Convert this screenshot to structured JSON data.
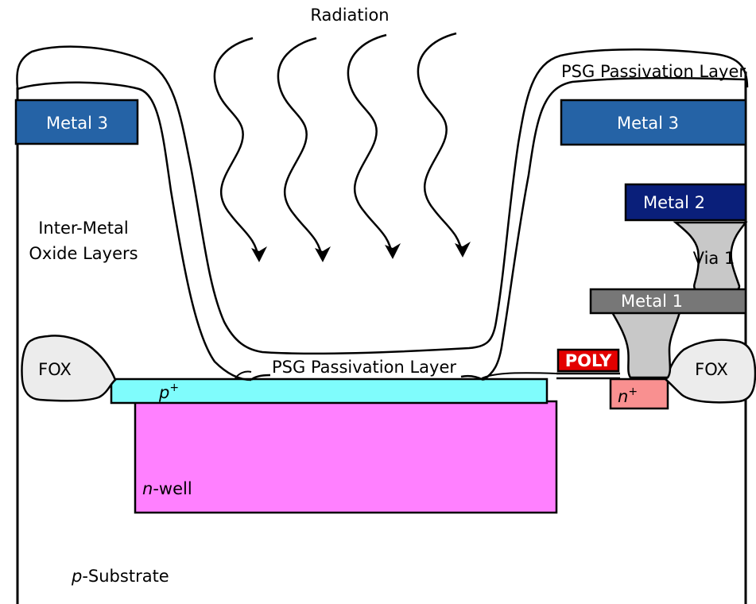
{
  "labels": {
    "radiation": "Radiation",
    "psg_top": "PSG Passivation Layer",
    "psg_bottom": "PSG Passivation Layer",
    "metal3_left": "Metal 3",
    "metal3_right": "Metal 3",
    "metal2": "Metal 2",
    "via1": "Via 1",
    "metal1": "Metal 1",
    "inter_metal_line1": "Inter-Metal",
    "inter_metal_line2": "Oxide Layers",
    "fox_left": "FOX",
    "fox_right": "FOX",
    "poly": "POLY",
    "p_plus": "p",
    "p_plus_sup": "+",
    "n_plus": "n",
    "n_plus_sup": "+",
    "n_well_prefix": "n",
    "n_well_suffix": "-well",
    "p_substrate_prefix": "p",
    "p_substrate_suffix": "-Substrate"
  },
  "colors": {
    "metal3": "#2563a6",
    "metal2": "#0a1f7a",
    "metal1": "#777777",
    "via": "#c8c8c8",
    "fox": "#ececec",
    "poly": "#e30000",
    "p_plus": "#7ffcfc",
    "n_well": "#ff80ff",
    "n_plus": "#f99090",
    "outline": "#000000"
  }
}
